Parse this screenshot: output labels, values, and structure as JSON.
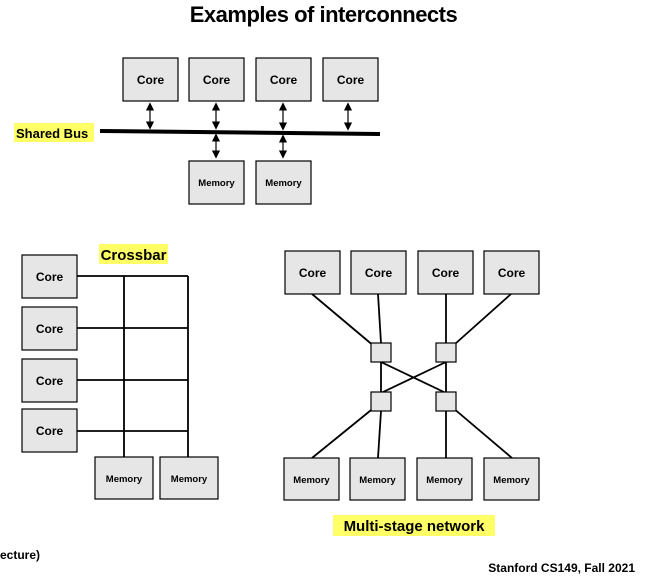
{
  "slide": {
    "title": "Examples of interconnects",
    "footer_left": "ecture)",
    "footer_right": "Stanford CS149, Fall 2021"
  },
  "shared_bus": {
    "label": "Shared Bus",
    "cores": [
      "Core",
      "Core",
      "Core",
      "Core"
    ],
    "memories": [
      "Memory",
      "Memory"
    ]
  },
  "crossbar": {
    "label": "Crossbar",
    "cores": [
      "Core",
      "Core",
      "Core",
      "Core"
    ],
    "memories": [
      "Memory",
      "Memory"
    ]
  },
  "multistage": {
    "label": "Multi-stage network",
    "cores": [
      "Core",
      "Core",
      "Core",
      "Core"
    ],
    "memories": [
      "Memory",
      "Memory",
      "Memory",
      "Memory"
    ]
  },
  "colors": {
    "highlight": "#ffff66",
    "box_fill": "#e6e6e6"
  }
}
